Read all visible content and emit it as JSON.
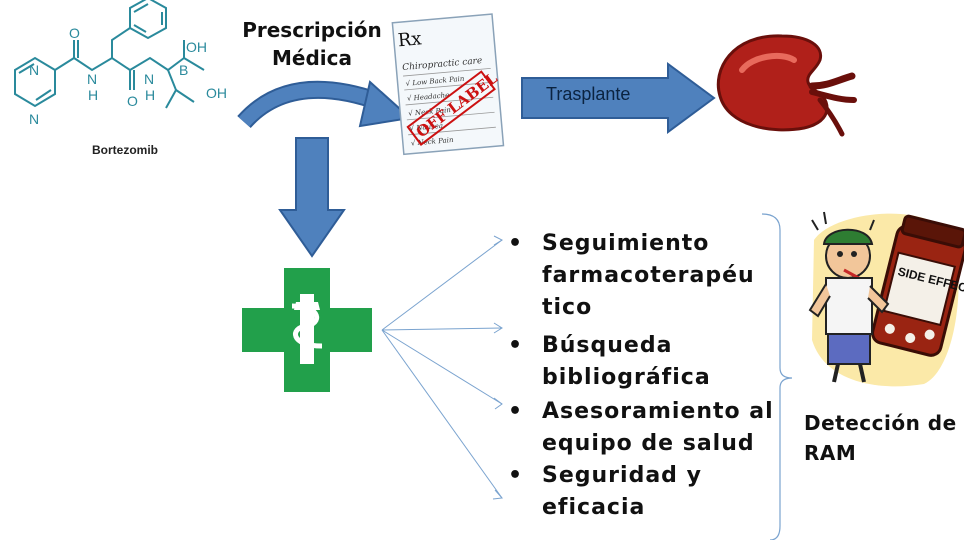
{
  "molecule": {
    "name": "Bortezomib",
    "atoms": {
      "oh_top": "OH",
      "oh_right": "OH",
      "boron": "B",
      "n1": "N",
      "n2": "N",
      "nh1": "H",
      "nh2": "H",
      "n_amide1": "N",
      "n_amide2": "N",
      "o1": "O",
      "o2": "O"
    }
  },
  "prescription": {
    "label_line1": "Prescripción",
    "label_line2": "Médica",
    "rx_symbol": "Rx",
    "note_title": "Chiropractic care",
    "note_lines": [
      "√ Low Back Pain",
      "√ Headache",
      "√ Neck Pain",
      "√ Nausea",
      "√ Neck Pain"
    ],
    "stamp": "OFF LABEL"
  },
  "transplant": {
    "label": "Trasplante"
  },
  "bullets": [
    {
      "symbol": "•",
      "text": "Seguimiento farmacoterapéu tico"
    },
    {
      "symbol": "•",
      "text": "Búsqueda bibliográfica"
    },
    {
      "symbol": "•",
      "text": "Asesoramiento al equipo de salud"
    },
    {
      "symbol": "•",
      "text": "Seguridad y eficacia"
    }
  ],
  "side_effects": {
    "bottle_label": "SIDE EFFECTS"
  },
  "detection": {
    "line1": "Detección de",
    "line2": "RAM"
  },
  "colors": {
    "arrow_blue": "#4f81bd",
    "pharmacy_green": "#22a04b",
    "kidney_red": "#b0201a",
    "connector_blue": "#7aa3cf"
  },
  "icons": [
    "pharmacy-cross-icon",
    "kidney-icon",
    "prescription-pad-icon",
    "sick-person-icon"
  ]
}
